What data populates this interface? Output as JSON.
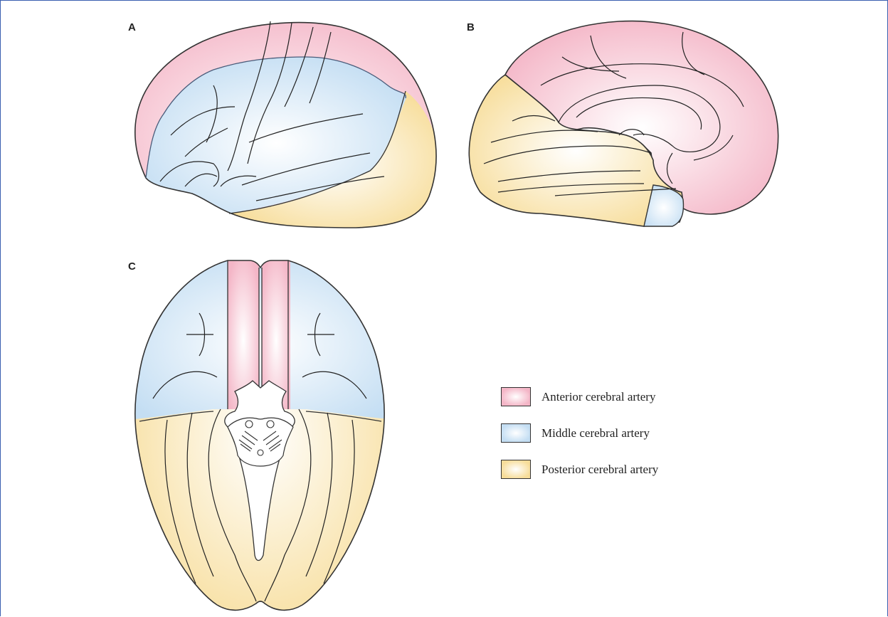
{
  "panels": {
    "a": "A",
    "b": "B",
    "c": "C"
  },
  "colors": {
    "anterior": "#f4b6c7",
    "middle": "#c4def3",
    "posterior": "#f7dd9a"
  },
  "legend": [
    {
      "label": "Anterior cerebral artery",
      "color_key": "anterior"
    },
    {
      "label": "Middle cerebral artery",
      "color_key": "middle"
    },
    {
      "label": "Posterior cerebral artery",
      "color_key": "posterior"
    }
  ]
}
